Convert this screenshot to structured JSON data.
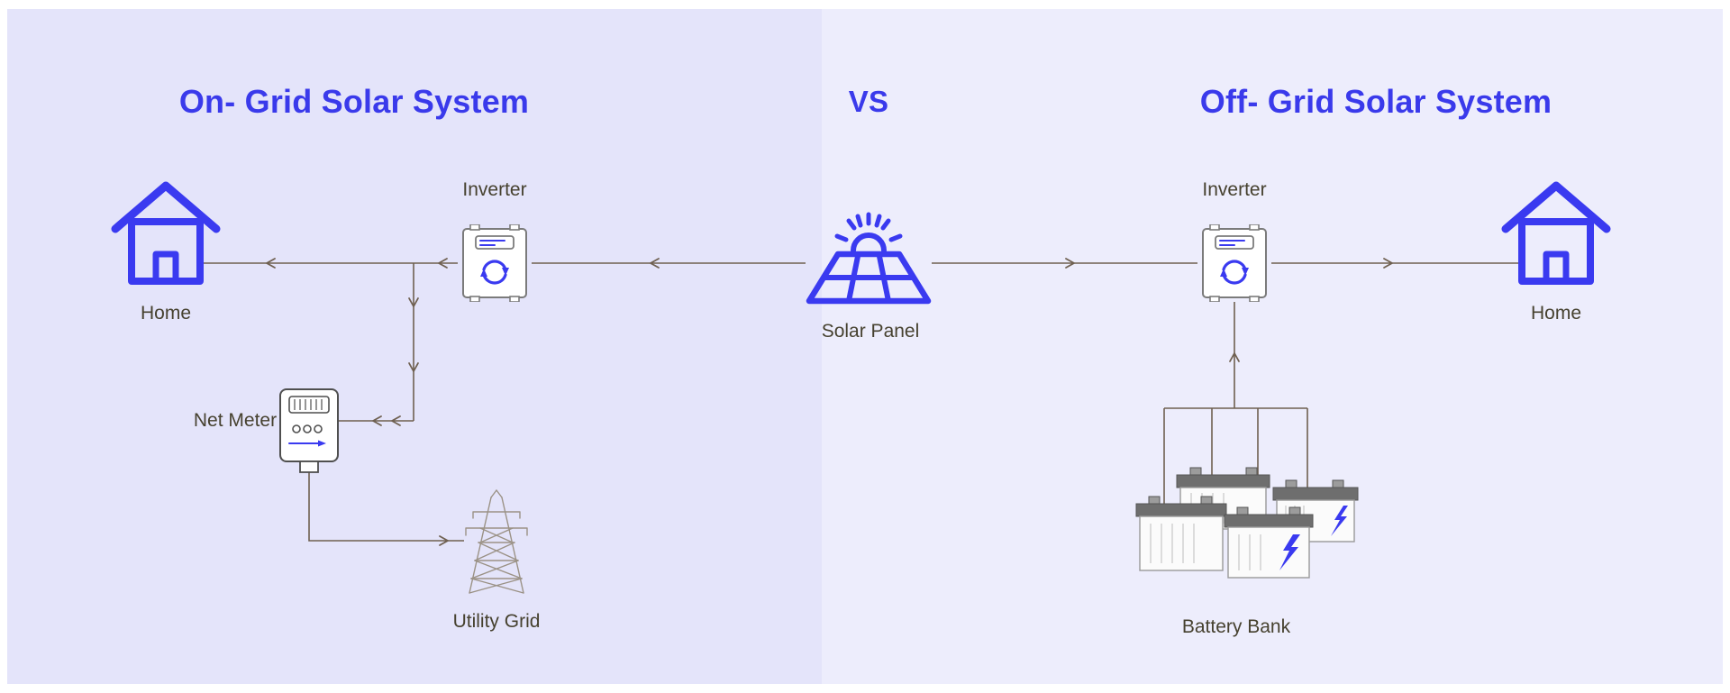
{
  "titles": {
    "left": "On- Grid Solar System",
    "vs": "VS",
    "right": "Off- Grid Solar System"
  },
  "labels": {
    "home_left": "Home",
    "inverter_left": "Inverter",
    "solar_panel": "Solar Panel",
    "net_meter": "Net Meter",
    "utility_grid": "Utility Grid",
    "inverter_right": "Inverter",
    "home_right": "Home",
    "battery_bank": "Battery Bank"
  },
  "icons": {
    "home_left": "house-icon",
    "inverter_left": "inverter-icon",
    "solar_panel": "solar-panel-sun-icon",
    "net_meter": "electric-meter-icon",
    "utility_grid": "transmission-tower-icon",
    "inverter_right": "inverter-icon",
    "home_right": "house-icon",
    "battery_bank": "battery-bank-icon"
  },
  "colors": {
    "accent_blue": "#3A3AF0",
    "title_blue": "#3A3AEB",
    "connector_brown": "#6F6050",
    "label_text": "#46412F",
    "panel_left_bg": "#E4E4FA",
    "panel_right_bg": "#EDEDFC",
    "device_outline": "#7B7B7B",
    "battery_top_gray": "#6E6E6E"
  }
}
